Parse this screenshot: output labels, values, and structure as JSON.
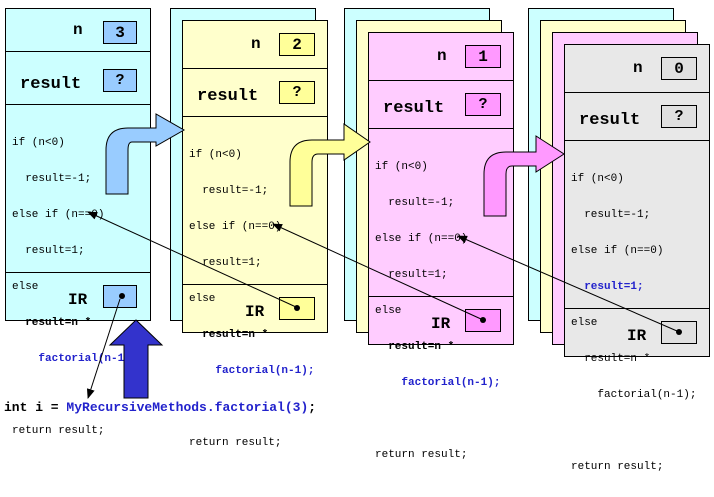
{
  "colors": {
    "cyan": "#ccffff",
    "yellow": "#ffffcc",
    "pink": "#ffccff",
    "gray": "#e8e8e8",
    "arrow_blue": "#99ccff",
    "arrow_yellow": "#ffff99",
    "arrow_pink": "#ff99ff",
    "call_arrow": "#3333cc",
    "code_blue": "#2222cc"
  },
  "frames": [
    {
      "n_label": "n",
      "n_value": "3",
      "result_label": "result",
      "result_value": "?",
      "ir_label": "IR",
      "code": {
        "l1": "if (n<0)",
        "l2": "  result=-1;",
        "l3": "else if (n==0)",
        "l4": "  result=1;",
        "l5": "else",
        "l6": "  result=n *",
        "l7": "    factorial(n-1);",
        "l8": "return result;"
      }
    },
    {
      "n_label": "n",
      "n_value": "2",
      "result_label": "result",
      "result_value": "?",
      "ir_label": "IR",
      "code": {
        "l1": "if (n<0)",
        "l2": "  result=-1;",
        "l3": "else if (n==0)",
        "l4": "  result=1;",
        "l5": "else",
        "l6": "  result=n *",
        "l7": "    factorial(n-1);",
        "l8": "return result;"
      }
    },
    {
      "n_label": "n",
      "n_value": "1",
      "result_label": "result",
      "result_value": "?",
      "ir_label": "IR",
      "code": {
        "l1": "if (n<0)",
        "l2": "  result=-1;",
        "l3": "else if (n==0)",
        "l4": "  result=1;",
        "l5": "else",
        "l6": "  result=n *",
        "l7": "    factorial(n-1);",
        "l8": "return result;"
      }
    },
    {
      "n_label": "n",
      "n_value": "0",
      "result_label": "result",
      "result_value": "?",
      "ir_label": "IR",
      "code": {
        "l1": "if (n<0)",
        "l2": "  result=-1;",
        "l3": "else if (n==0)",
        "l4": "  result=1;",
        "l5": "else",
        "l6": "  result=n *",
        "l7": "    factorial(n-1);",
        "l8": "return result;"
      }
    }
  ],
  "call_statement": {
    "prefix": "int i = ",
    "call": "MyRecursiveMethods.factorial(3)",
    "suffix": ";"
  }
}
